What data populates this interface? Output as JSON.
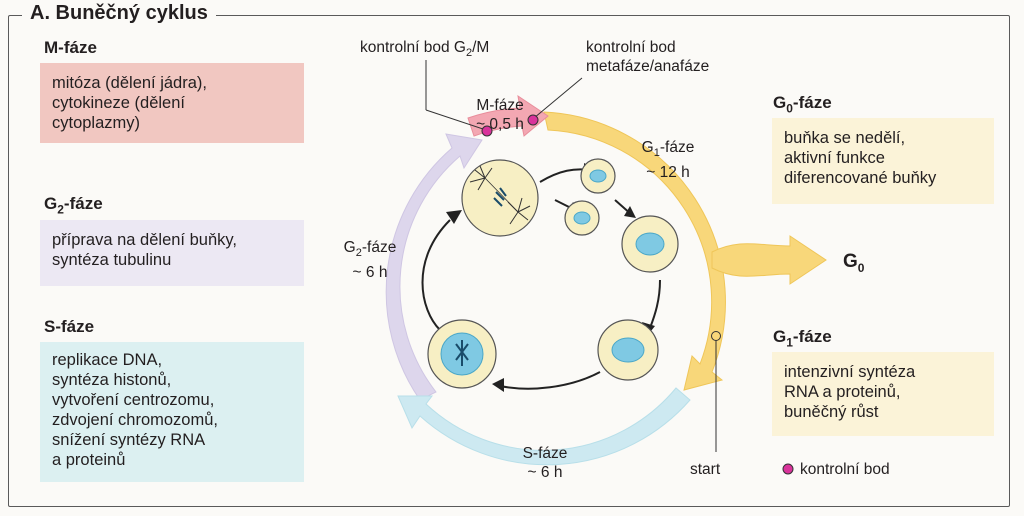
{
  "title": "A. Buněčný cyklus",
  "left_boxes": {
    "m": {
      "title": "M-fáze",
      "text": "mitóza (dělení jádra),\ncytokineze (dělení\ncytoplazmy)",
      "color": "#f1c7c1"
    },
    "g2": {
      "title_main": "G",
      "title_sub": "2",
      "title_rest": "-fáze",
      "text": "příprava na dělení buňky,\nsyntéza tubulinu",
      "color": "#ece8f3"
    },
    "s": {
      "title": "S-fáze",
      "text": "replikace DNA,\nsyntéza histonů,\nvytvoření centrozomu,\nzdvojení chromozomů,\nsnížení syntézy RNA\na proteinů",
      "color": "#dcf0f1"
    }
  },
  "right_boxes": {
    "g0": {
      "title_main": "G",
      "title_sub": "0",
      "title_rest": "-fáze",
      "text": "buňka se nedělí,\naktivní funkce\ndiferencované buňky",
      "color": "#fbf3d8"
    },
    "g1": {
      "title_main": "G",
      "title_sub": "1",
      "title_rest": "-fáze",
      "text": "intenzivní syntéza\nRNA a proteinů,\nbuněčný růst",
      "color": "#fbf3d8"
    }
  },
  "cycle": {
    "checkpoint_g2m_main": "kontrolní bod G",
    "checkpoint_g2m_sub": "2",
    "checkpoint_g2m_rest": "/M",
    "checkpoint_meta": "kontrolní bod\nmetafáze/anafáze",
    "m_phase": "M-fáze\n~ 0,5 h",
    "g1_main": "G",
    "g1_sub": "1",
    "g1_rest": "-fáze",
    "g1_time": "~ 12 h",
    "g2_main": "G",
    "g2_sub": "2",
    "g2_rest": "-fáze",
    "g2_time": "~ 6 h",
    "s_phase": "S-fáze\n~ 6 h",
    "g0_main": "G",
    "g0_sub": "0",
    "start": "start",
    "legend": "kontrolní bod"
  },
  "colors": {
    "m_arrow": "#f3a7b2",
    "g1_arrow": "#f8d77a",
    "g2_arrow": "#ddd6ec",
    "s_arrow": "#cde9f1",
    "checkpoint": "#d9339b",
    "cell_fill": "#f7efc4",
    "nucleus": "#7fc9e3"
  }
}
